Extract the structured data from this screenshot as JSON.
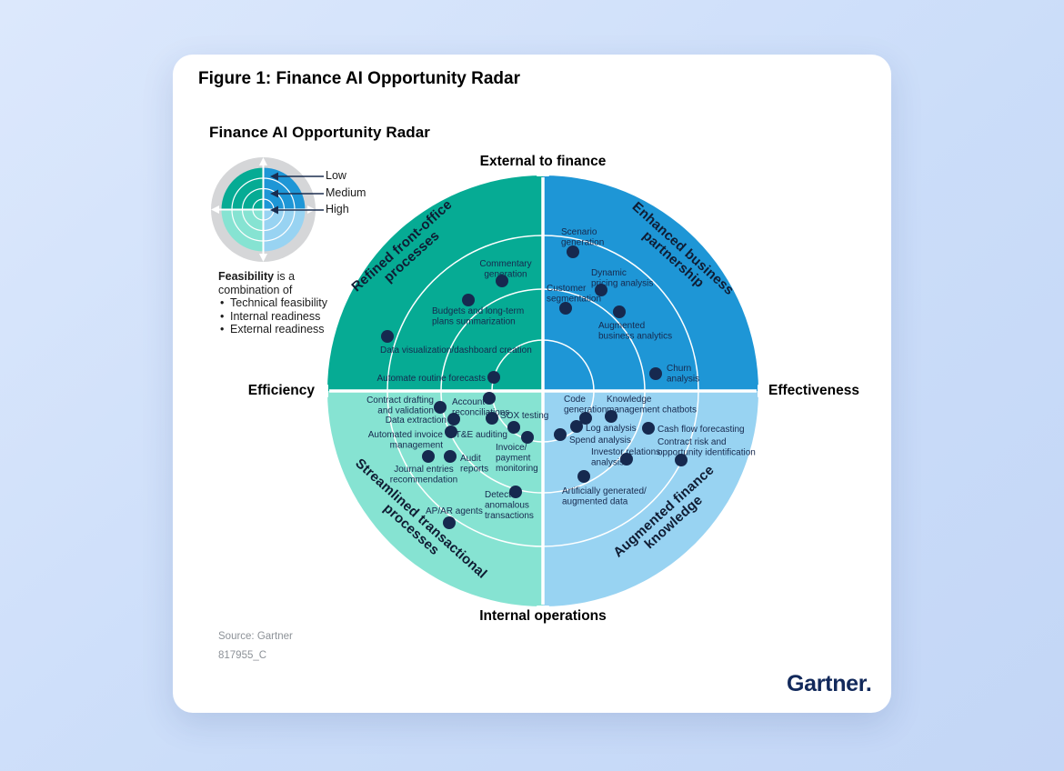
{
  "figure": {
    "title": "Figure 1: Finance AI Opportunity Radar"
  },
  "chart": {
    "title": "Finance AI Opportunity Radar"
  },
  "legend": {
    "items": [
      {
        "label": "Low"
      },
      {
        "label": "Medium"
      },
      {
        "label": "High"
      }
    ]
  },
  "feasibility_note": {
    "lead_bold": "Feasibility",
    "lead_rest": " is a",
    "line2": "combination of",
    "bullets": [
      "Technical feasibility",
      "Internal readiness",
      "External readiness"
    ]
  },
  "axes": {
    "top": "External to finance",
    "bottom": "Internal operations",
    "left": "Efficiency",
    "right": "Effectiveness"
  },
  "source": {
    "line1": "Source: Gartner",
    "line2": "817955_C"
  },
  "brand": {
    "logo": "Gartner."
  },
  "chart_data": {
    "type": "quadrant-radar",
    "title": "Finance AI Opportunity Radar",
    "center": [
      407,
      370
    ],
    "outer_radius": 237,
    "ring_radii": [
      56,
      112,
      171
    ],
    "ring_legend": [
      "Low",
      "Medium",
      "High"
    ],
    "point_color": "#16294f",
    "colors": {
      "grid": "#ffffff",
      "legend_gray_ring": "#d5d6d8",
      "callout": "#1b2d4f"
    },
    "quadrants": [
      {
        "id": "top-left",
        "color": "#06ab94",
        "label_lines": [
          "Refined front-office",
          "processes"
        ],
        "label_center": [
          257,
          216
        ],
        "label_rotate": -42
      },
      {
        "id": "top-right",
        "color": "#1e96d6",
        "label_lines": [
          "Enhanced business",
          "partnership"
        ],
        "label_center": [
          556,
          219
        ],
        "label_rotate": 42
      },
      {
        "id": "bottom-left",
        "color": "#86e3d2",
        "label_lines": [
          "Streamlined transactional",
          "processes"
        ],
        "label_center": [
          268,
          516
        ],
        "label_rotate": 42
      },
      {
        "id": "bottom-right",
        "color": "#98d3f2",
        "label_lines": [
          "Augmented finance",
          "knowledge"
        ],
        "label_center": [
          545,
          508
        ],
        "label_rotate": -42
      }
    ],
    "points": [
      {
        "label": "Commentary generation",
        "quadrant": "top-left",
        "dot": [
          362,
          249
        ],
        "text": [
          366,
          233
        ],
        "anchor": "middle",
        "lines": [
          "Commentary",
          "generation"
        ]
      },
      {
        "label": "Budgets and long-term plans summarization",
        "quadrant": "top-left",
        "dot": [
          325,
          270
        ],
        "text": [
          285,
          285
        ],
        "anchor": "start",
        "lines": [
          "Budgets and long-term",
          "plans summarization"
        ]
      },
      {
        "label": "Data visualization/dashboard creation",
        "quadrant": "top-left",
        "dot": [
          236,
          310
        ],
        "text": [
          228,
          328
        ],
        "anchor": "start",
        "lines": [
          "Data visualization/dashboard creation"
        ]
      },
      {
        "label": "Automate routine forecasts",
        "quadrant": "top-left",
        "dot": [
          353,
          355
        ],
        "text": [
          344,
          359
        ],
        "anchor": "end",
        "lines": [
          "Automate routine forecasts"
        ]
      },
      {
        "label": "Scenario generation",
        "quadrant": "top-right",
        "dot": [
          440,
          217
        ],
        "text": [
          427,
          198
        ],
        "anchor": "start",
        "lines": [
          "Scenario",
          "generation"
        ]
      },
      {
        "label": "Dynamic pricing analysis",
        "quadrant": "top-right",
        "dot": [
          471,
          259
        ],
        "text": [
          460,
          243
        ],
        "anchor": "start",
        "lines": [
          "Dynamic",
          "pricing analysis"
        ]
      },
      {
        "label": "Customer segmentation",
        "quadrant": "top-right",
        "dot": [
          432,
          279
        ],
        "text": [
          411,
          260
        ],
        "anchor": "start",
        "lines": [
          "Customer",
          "segmentation"
        ]
      },
      {
        "label": "Augmented business analytics",
        "quadrant": "top-right",
        "dot": [
          491,
          283
        ],
        "text": [
          468,
          301
        ],
        "anchor": "start",
        "lines": [
          "Augmented",
          "business analytics"
        ]
      },
      {
        "label": "Churn analysis",
        "quadrant": "top-right",
        "dot": [
          531,
          351
        ],
        "text": [
          543,
          348
        ],
        "anchor": "start",
        "lines": [
          "Churn",
          "analysis"
        ]
      },
      {
        "label": "Contract drafting and validation",
        "quadrant": "bottom-left",
        "dot": [
          294,
          388
        ],
        "text": [
          287,
          383
        ],
        "anchor": "end",
        "lines": [
          "Contract drafting",
          "and validation"
        ]
      },
      {
        "label": "Account reconciliations",
        "quadrant": "bottom-left",
        "dot": [
          348,
          378
        ],
        "text": [
          307,
          385
        ],
        "anchor": "start",
        "lines": [
          "Account",
          "reconciliations"
        ]
      },
      {
        "label": "Data extraction",
        "quadrant": "bottom-left",
        "dot": [
          309,
          401
        ],
        "text": [
          301,
          405
        ],
        "anchor": "end",
        "lines": [
          "Data extraction"
        ]
      },
      {
        "label": "SOX testing",
        "quadrant": "bottom-left",
        "dot": [
          351,
          400
        ],
        "text": [
          360,
          400
        ],
        "anchor": "start",
        "lines": [
          "SOX testing"
        ]
      },
      {
        "label": "Automated invoice management",
        "quadrant": "bottom-left",
        "dot": [
          306,
          415
        ],
        "text": [
          297,
          421
        ],
        "anchor": "end",
        "lines": [
          "Automated invoice",
          "management"
        ]
      },
      {
        "label": "T&E auditing",
        "quadrant": "bottom-left",
        "dot": [
          375,
          410
        ],
        "text": [
          368,
          421
        ],
        "anchor": "end",
        "lines": [
          "T&E auditing"
        ]
      },
      {
        "label": "Invoice/payment monitoring",
        "quadrant": "bottom-left",
        "dot": [
          390,
          421
        ],
        "text": [
          355,
          435
        ],
        "anchor": "start",
        "lines": [
          "Invoice/",
          "payment",
          "monitoring"
        ]
      },
      {
        "label": "Audit reports",
        "quadrant": "bottom-left",
        "dot": [
          305,
          442
        ],
        "text": [
          316,
          447
        ],
        "anchor": "start",
        "lines": [
          "Audit",
          "reports"
        ]
      },
      {
        "label": "Journal entries recommendation",
        "quadrant": "bottom-left",
        "dot": [
          281,
          442
        ],
        "text": [
          276,
          459
        ],
        "anchor": "middle",
        "lines": [
          "Journal entries",
          "recommendation"
        ]
      },
      {
        "label": "Detect anomalous transactions",
        "quadrant": "bottom-left",
        "dot": [
          377,
          481
        ],
        "text": [
          343,
          487
        ],
        "anchor": "start",
        "lines": [
          "Detect",
          "anomalous",
          "transactions"
        ]
      },
      {
        "label": "AP/AR agents",
        "quadrant": "bottom-left",
        "dot": [
          304,
          515
        ],
        "text": [
          278,
          505
        ],
        "anchor": "start",
        "lines": [
          "AP/AR agents"
        ]
      },
      {
        "label": "Code generation",
        "quadrant": "bottom-right",
        "dot": [
          454,
          400
        ],
        "text": [
          430,
          382
        ],
        "anchor": "start",
        "lines": [
          "Code",
          "generation"
        ]
      },
      {
        "label": "Knowledge management chatbots",
        "quadrant": "bottom-right",
        "dot": [
          482,
          398
        ],
        "text": [
          477,
          382
        ],
        "anchor": "start",
        "lines": [
          "Knowledge",
          "management chatbots"
        ]
      },
      {
        "label": "Log analysis",
        "quadrant": "bottom-right",
        "dot": [
          444,
          409
        ],
        "text": [
          454,
          414
        ],
        "anchor": "start",
        "lines": [
          "Log analysis"
        ]
      },
      {
        "label": "Spend analysis",
        "quadrant": "bottom-right",
        "dot": [
          426,
          418
        ],
        "text": [
          436,
          427
        ],
        "anchor": "start",
        "lines": [
          "Spend analysis"
        ]
      },
      {
        "label": "Cash flow forecasting",
        "quadrant": "bottom-right",
        "dot": [
          523,
          411
        ],
        "text": [
          533,
          415
        ],
        "anchor": "start",
        "lines": [
          "Cash flow forecasting"
        ]
      },
      {
        "label": "Contract risk and opportunity identification",
        "quadrant": "bottom-right",
        "dot": [
          559,
          446
        ],
        "text": [
          533,
          429
        ],
        "anchor": "start",
        "lines": [
          "Contract risk and",
          "opportunity identification"
        ]
      },
      {
        "label": "Investor relations analysis",
        "quadrant": "bottom-right",
        "dot": [
          499,
          445
        ],
        "text": [
          460,
          440
        ],
        "anchor": "start",
        "lines": [
          "Investor relations",
          "analysis"
        ]
      },
      {
        "label": "Artificially generated/augmented data",
        "quadrant": "bottom-right",
        "dot": [
          452,
          464
        ],
        "text": [
          428,
          483
        ],
        "anchor": "start",
        "lines": [
          "Artificially generated/",
          "augmented data"
        ]
      }
    ]
  }
}
